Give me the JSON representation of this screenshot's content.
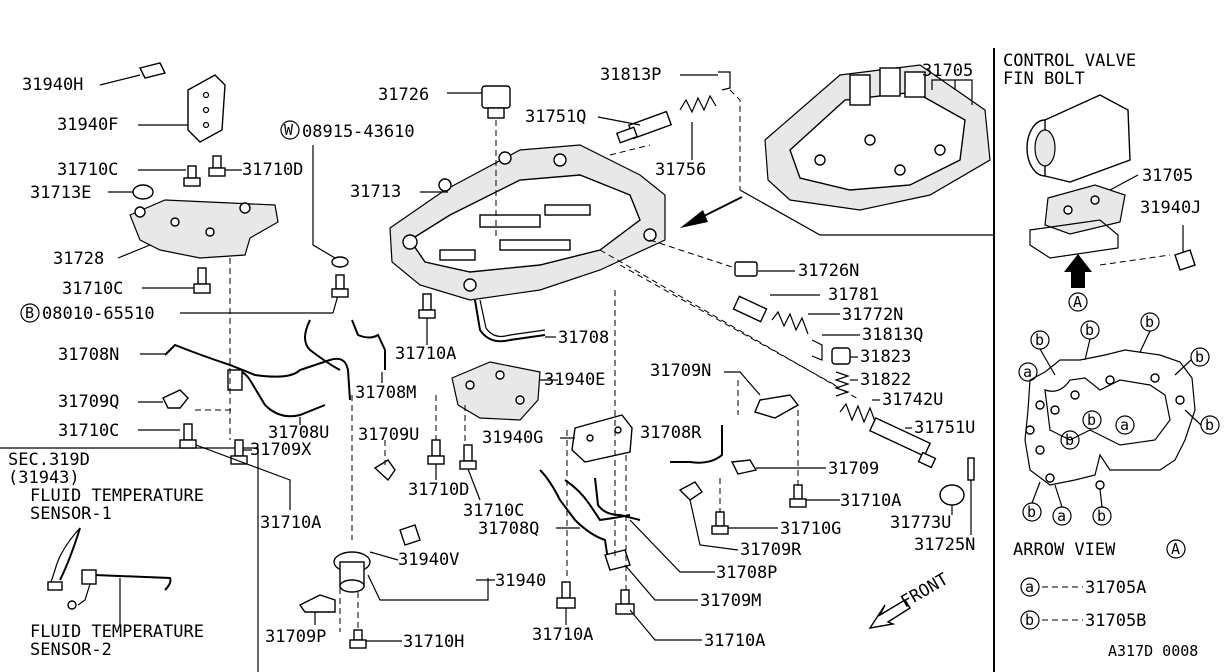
{
  "labels": {
    "p31940H": "31940H",
    "p31940F": "31940F",
    "p31710C_a": "31710C",
    "p31710D_a": "31710D",
    "p31713E": "31713E",
    "p31728": "31728",
    "p31710C_b": "31710C",
    "p08010": "08010-65510",
    "p08010_prefix": "B",
    "p08915": "08915-43610",
    "p08915_prefix": "W",
    "p31726": "31726",
    "p31813P": "31813P",
    "p31751Q": "31751Q",
    "p31756": "31756",
    "p31713": "31713",
    "p31705_top": "31705",
    "p31726N": "31726N",
    "p31781": "31781",
    "p31772N": "31772N",
    "p31813Q": "31813Q",
    "p31823": "31823",
    "p31822": "31822",
    "p31742U": "31742U",
    "p31751U": "31751U",
    "p31708": "31708",
    "p31708N": "31708N",
    "p31710A_a": "31710A",
    "p31709Q": "31709Q",
    "p31708M": "31708M",
    "p31940E": "31940E",
    "p31709N": "31709N",
    "p31710C_c": "31710C",
    "p31708U": "31708U",
    "p31709X": "31709X",
    "p31709U": "31709U",
    "p31940G": "31940G",
    "p31708R": "31708R",
    "p31709": "31709",
    "p31710D_b": "31710D",
    "p31710A_b": "31710A",
    "p31710C_d": "31710C",
    "p31710A_c": "31710A",
    "p31710G": "31710G",
    "p31773U": "31773U",
    "p31708Q": "31708Q",
    "p31709R": "31709R",
    "p31725N": "31725N",
    "p31940V": "31940V",
    "p31940": "31940",
    "p31708P": "31708P",
    "p31709M": "31709M",
    "p31709P": "31709P",
    "p31710H": "31710H",
    "p31710A_d": "31710A",
    "p31710A_e": "31710A"
  },
  "inset_sensor": {
    "sec_line1": "SEC.319D",
    "sec_line2": "(31943)",
    "sensor1_line1": "FLUID TEMPERATURE",
    "sensor1_line2": "SENSOR-1",
    "sensor2_line1": "FLUID TEMPERATURE",
    "sensor2_line2": "SENSOR-2"
  },
  "inset_control_valve": {
    "title_line1": "CONTROL VALVE",
    "title_line2": "FIN BOLT",
    "p31705": "31705",
    "p31940J": "31940J",
    "arrow_marker": "A",
    "arrow_view_text": "ARROW VIEW",
    "arrow_view_marker": "A",
    "marker_a": "a",
    "marker_b": "b",
    "legend_a_marker": "a",
    "legend_a_text": "31705A",
    "legend_b_marker": "b",
    "legend_b_text": "31705B"
  },
  "front_label": "FRONT",
  "diagram_code": "A317D 0008"
}
